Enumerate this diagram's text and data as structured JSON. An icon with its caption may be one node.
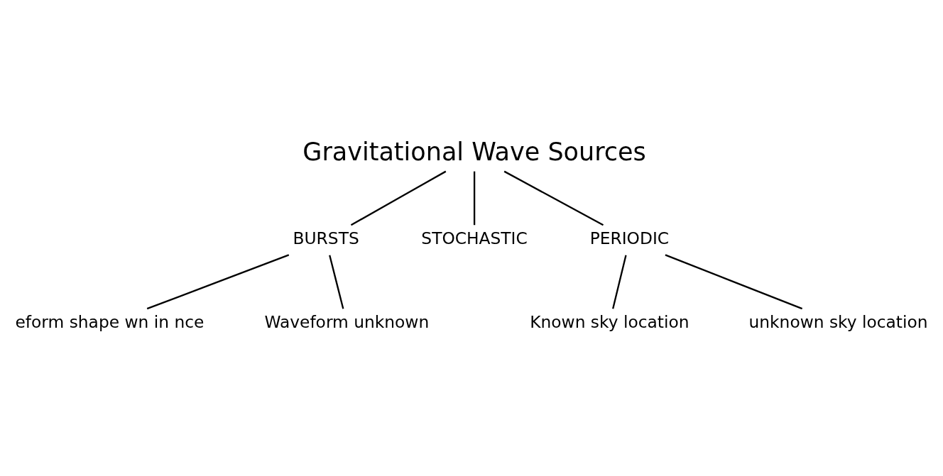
{
  "diagram": {
    "nodes": [
      {
        "text": [
          "Gravitational Wave Sources"
        ]
      },
      {
        "text": [
          "BURSTS"
        ]
      },
      {
        "text": [
          "STOCHASTIC"
        ]
      },
      {
        "text": [
          "PERIODIC"
        ]
      },
      {
        "text": [
          "eform shape wn in nce"
        ]
      },
      {
        "text": [
          "Waveform unknown"
        ]
      },
      {
        "text": [
          "Known sky location"
        ]
      },
      {
        "text": [
          "unknown sky location"
        ]
      }
    ],
    "edges": [
      {
        "from": 0,
        "to": 1,
        "arrow": "none"
      },
      {
        "from": 0,
        "to": 2,
        "arrow": "none"
      },
      {
        "from": 0,
        "to": 3,
        "arrow": "none"
      },
      {
        "from": 1,
        "to": 4,
        "arrow": "none"
      },
      {
        "from": 1,
        "to": 5,
        "arrow": "none"
      },
      {
        "from": 3,
        "to": 6,
        "arrow": "none"
      },
      {
        "from": 3,
        "to": 7,
        "arrow": "none"
      }
    ]
  }
}
